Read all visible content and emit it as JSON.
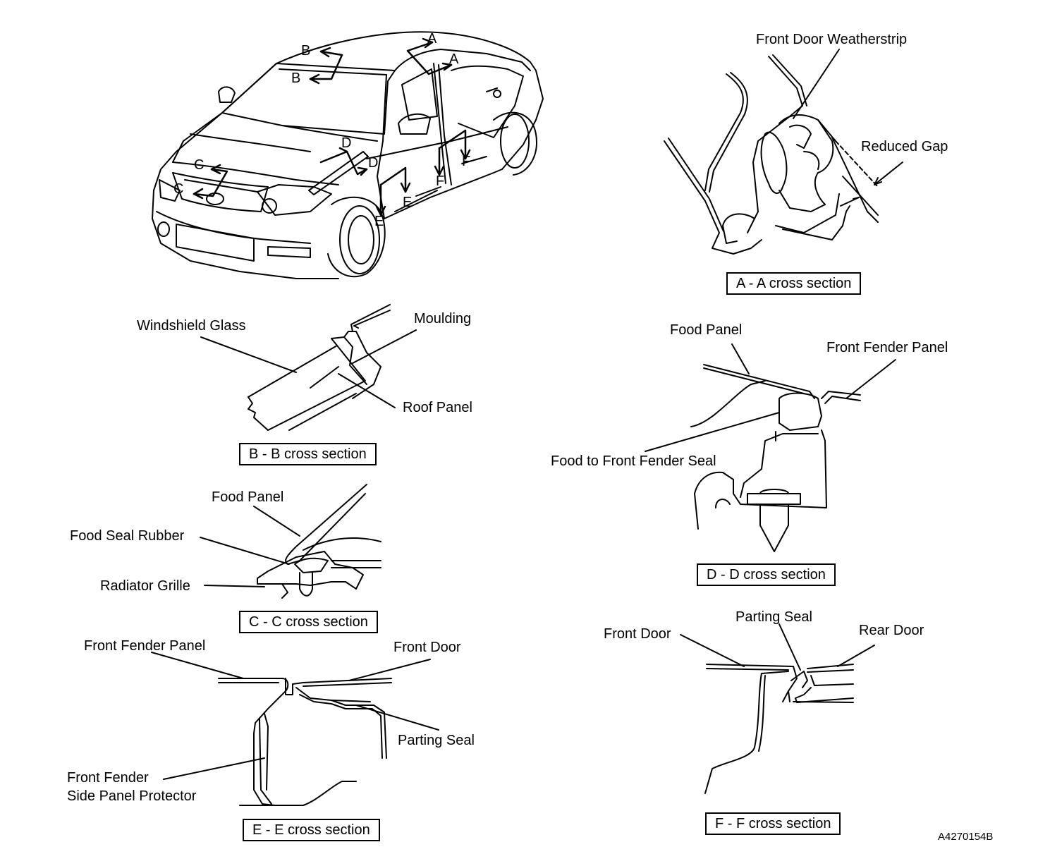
{
  "figure_id": "A4270154B",
  "section_markers": {
    "a_top": "A",
    "a_bottom": "A",
    "b_top": "B",
    "b_bottom": "B",
    "c_top": "C",
    "c_bottom": "C",
    "d_top": "D",
    "d_bottom": "D",
    "e_top": "E",
    "e_bottom": "E",
    "f_top": "F",
    "f_bottom": "F"
  },
  "panels": {
    "aa": {
      "title": "A - A cross section",
      "labels": {
        "weatherstrip": "Front Door Weatherstrip",
        "gap": "Reduced Gap"
      }
    },
    "bb": {
      "title": "B - B cross section",
      "labels": {
        "glass": "Windshield Glass",
        "moulding": "Moulding",
        "roof": "Roof Panel"
      }
    },
    "cc": {
      "title": "C - C cross section",
      "labels": {
        "food_panel": "Food Panel",
        "seal_rubber": "Food Seal Rubber",
        "grille": "Radiator Grille"
      }
    },
    "dd": {
      "title": "D - D cross section",
      "labels": {
        "food_panel": "Food Panel",
        "fender_panel": "Front Fender Panel",
        "fender_seal": "Food to Front Fender Seal"
      }
    },
    "ee": {
      "title": "E - E cross section",
      "labels": {
        "fender_panel": "Front Fender Panel",
        "front_door": "Front Door",
        "parting_seal": "Parting Seal",
        "protector_line1": "Front Fender",
        "protector_line2": "Side Panel Protector"
      }
    },
    "ff": {
      "title": "F - F cross section",
      "labels": {
        "front_door": "Front Door",
        "parting_seal": "Parting Seal",
        "rear_door": "Rear Door"
      }
    }
  }
}
